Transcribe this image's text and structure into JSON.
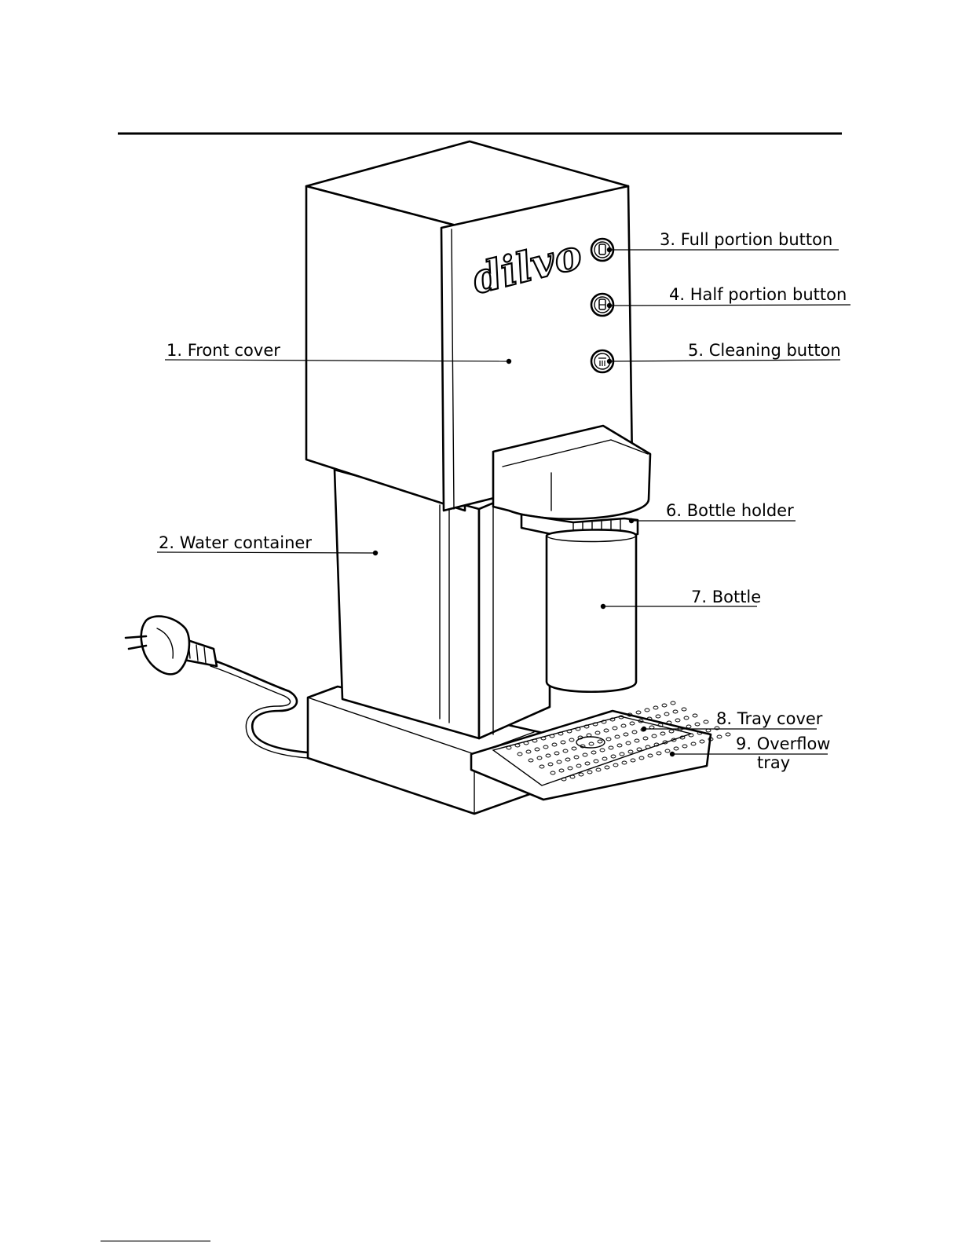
{
  "brand": {
    "logo_text": "dilvo"
  },
  "labels": [
    {
      "id": "front-cover",
      "text": "1. Front cover"
    },
    {
      "id": "water-container",
      "text": "2. Water container"
    },
    {
      "id": "full-portion-button",
      "text": "3. Full portion button"
    },
    {
      "id": "half-portion-button",
      "text": "4. Half portion button"
    },
    {
      "id": "cleaning-button",
      "text": "5. Cleaning button"
    },
    {
      "id": "bottle-holder",
      "text": "6. Bottle holder"
    },
    {
      "id": "bottle",
      "text": "7. Bottle"
    },
    {
      "id": "tray-cover",
      "text": "8. Tray cover"
    },
    {
      "id": "overflow-tray-line1",
      "text": "9. Overflow"
    },
    {
      "id": "overflow-tray-line2",
      "text": "tray"
    }
  ]
}
